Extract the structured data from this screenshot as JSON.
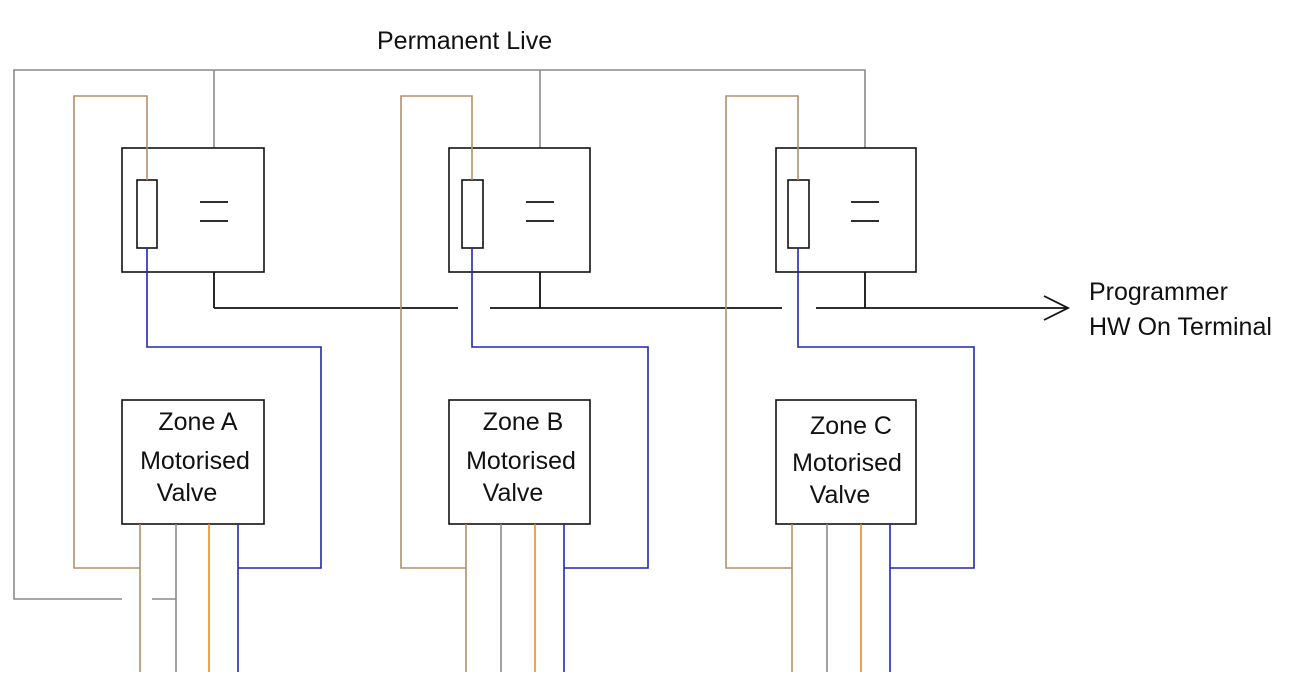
{
  "labels": {
    "permanent_live": "Permanent Live",
    "programmer_line1": "Programmer",
    "programmer_line2": "HW On Terminal"
  },
  "zones": [
    {
      "line1": "Zone A",
      "line2": "Motorised",
      "line3": "Valve"
    },
    {
      "line1": "Zone B",
      "line2": "Motorised",
      "line3": "Valve"
    },
    {
      "line1": "Zone C",
      "line2": "Motorised",
      "line3": "Valve"
    }
  ],
  "colors": {
    "brown": "#b3906a",
    "grey": "#8a8a8a",
    "blue": "#1f27b0",
    "orange": "#ec8a1c",
    "black": "#111111"
  }
}
